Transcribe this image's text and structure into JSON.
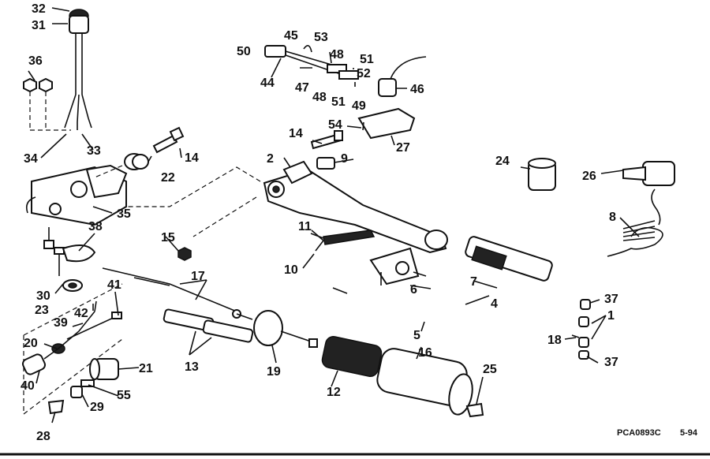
{
  "diagram": {
    "part_numbers": [
      "1",
      "2",
      "4",
      "5",
      "6",
      "7",
      "8",
      "9",
      "10",
      "11",
      "12",
      "13",
      "14",
      "14",
      "15",
      "16",
      "17",
      "18",
      "19",
      "20",
      "21",
      "22",
      "23",
      "24",
      "25",
      "26",
      "27",
      "28",
      "29",
      "30",
      "31",
      "32",
      "33",
      "34",
      "35",
      "36",
      "37",
      "37",
      "38",
      "39",
      "40",
      "41",
      "42",
      "44",
      "45",
      "46",
      "47",
      "48",
      "48",
      "49",
      "50",
      "51",
      "51",
      "52",
      "53",
      "54",
      "55"
    ],
    "drawing_code": "PCA0893C",
    "date_code": "5-94"
  }
}
